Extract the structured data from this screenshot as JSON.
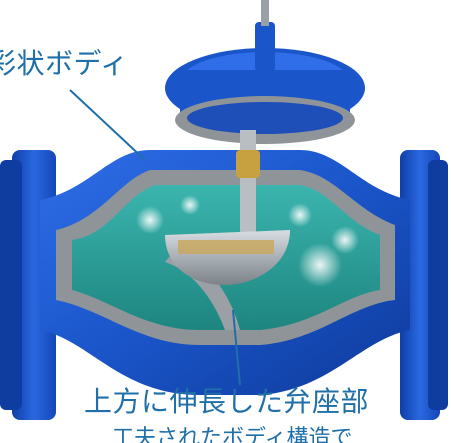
{
  "labels": {
    "top": "彩状ボディ",
    "bottom": "上方に伸長した弁座部",
    "sub": "工夫されたボディ構造で"
  },
  "colors": {
    "body_blue": "#1a55c9",
    "interior_teal": "#2a9f9a",
    "cut_gray": "#8e9498",
    "label_blue": "#1f6fa8"
  }
}
